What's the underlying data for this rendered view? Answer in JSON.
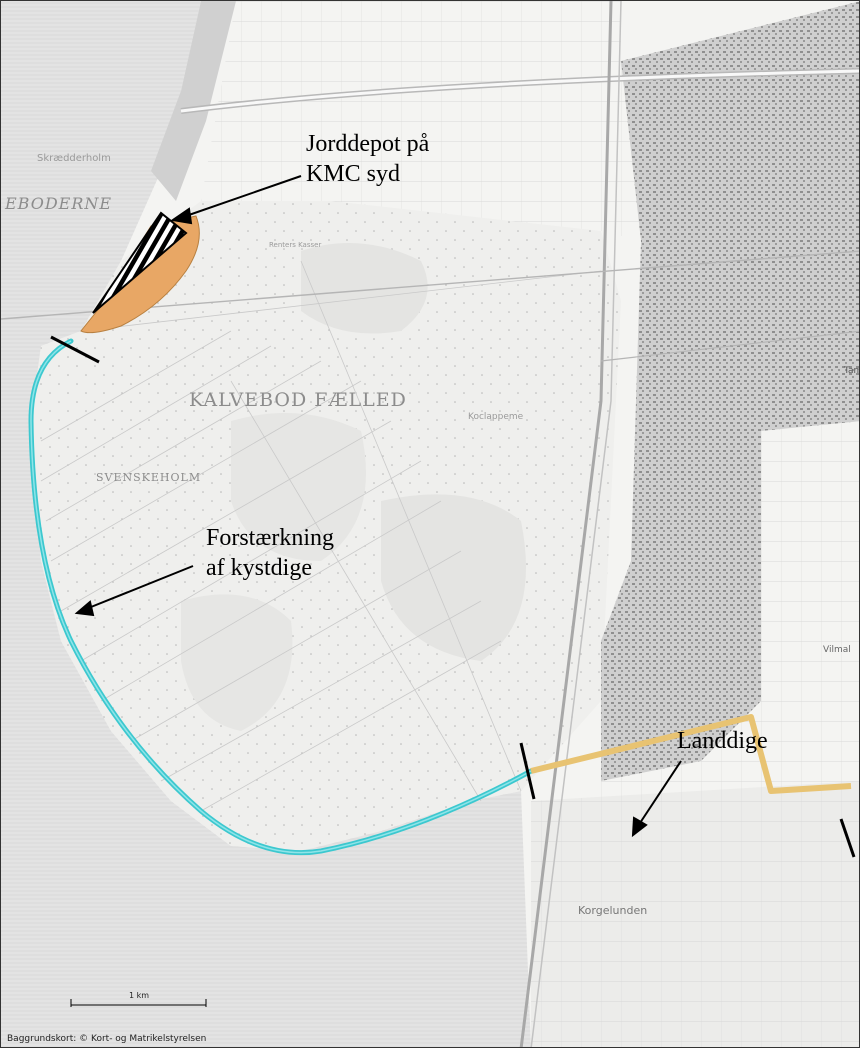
{
  "map": {
    "place_labels": {
      "skraedderholm": "Skrædderholm",
      "boderne": "EBODERNE",
      "kalvebod_faelled": "KALVEBOD FÆLLED",
      "svenskeholm": "SVENSKEHOLM",
      "koclappeme": "Koclappeme",
      "korgelunden": "Korgelunden",
      "tam": "Tam",
      "vilmal": "Vilmal",
      "renter_kasser": "Renters Kasser"
    },
    "annotations": {
      "jorddepot_line1": "Jorddepot på",
      "jorddepot_line2": "KMC syd",
      "forstaerkning_line1": "Forstærkning",
      "forstaerkning_line2": "af kystdige",
      "landdige": "Landdige"
    },
    "scale_bar": {
      "label": "1 km"
    },
    "credit": "Baggrundskort: © Kort- og Matrikelstyrelsen",
    "colors": {
      "coastal_dike": "#3cc8cf",
      "land_dike": "#e8c372",
      "depot_fill": "#e8a765",
      "water": "#dcdcdc",
      "background": "#f4f4f2"
    }
  }
}
